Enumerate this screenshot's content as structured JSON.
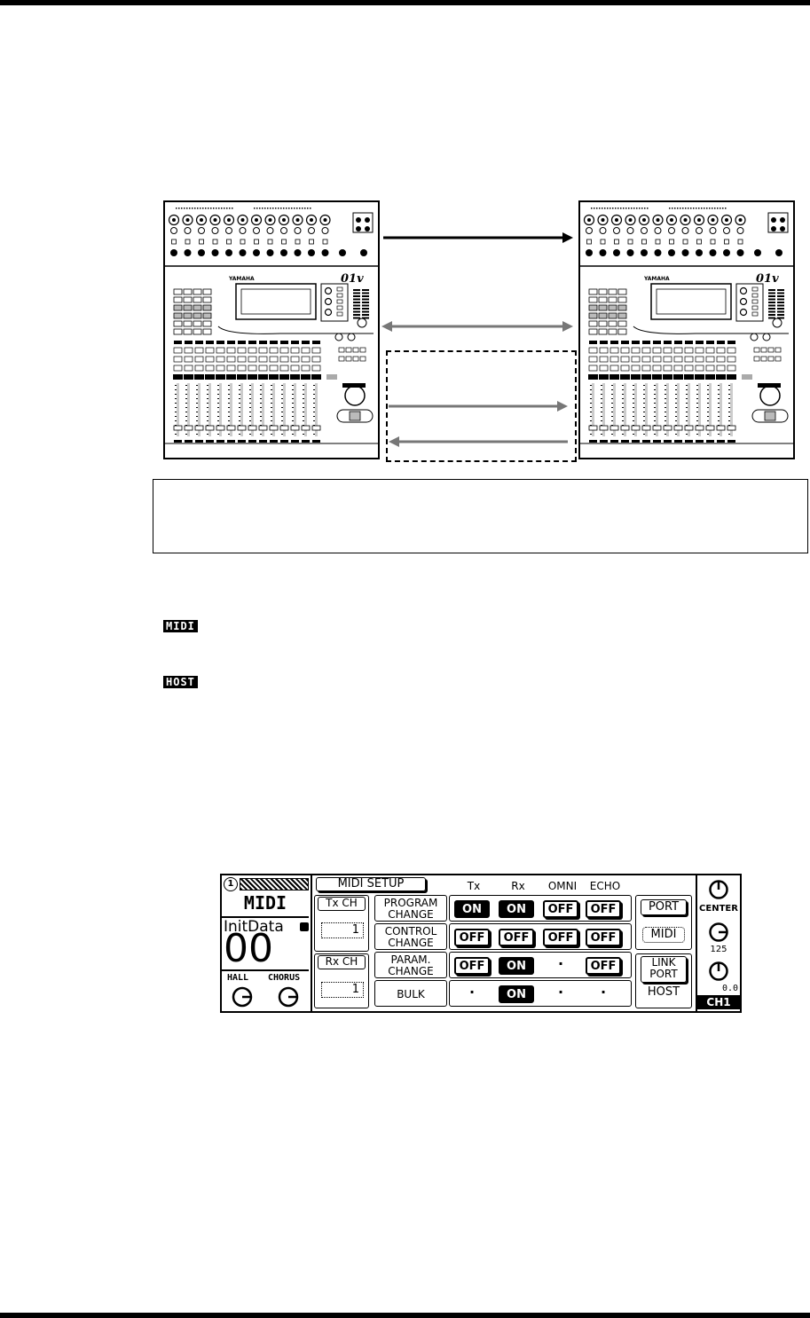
{
  "diagram": {
    "left_brand": "YAMAHA",
    "left_model": "01v",
    "right_brand": "YAMAHA",
    "right_model": "01v"
  },
  "note": {
    "text": ""
  },
  "badges": {
    "midi": "MIDI",
    "host": "HOST"
  },
  "lcd": {
    "scene_number": "1",
    "port_label": "MIDI",
    "scene_name": "InitData",
    "scene_value": "00",
    "hall_label": "HALL",
    "chorus_label": "CHORUS",
    "title": "MIDI SETUP",
    "tx_ch_label": "Tx CH",
    "tx_ch_value": "1",
    "rx_ch_label": "Rx CH",
    "rx_ch_value": "1",
    "columns": [
      "Tx",
      "Rx",
      "OMNI",
      "ECHO"
    ],
    "rows": [
      {
        "label1": "PROGRAM",
        "label2": "CHANGE",
        "values": [
          "ON",
          "ON",
          "OFF",
          "OFF"
        ]
      },
      {
        "label1": "CONTROL",
        "label2": "CHANGE",
        "values": [
          "OFF",
          "OFF",
          "OFF",
          "OFF"
        ]
      },
      {
        "label1": "PARAM.",
        "label2": "CHANGE",
        "values": [
          "OFF",
          "ON",
          "·",
          "OFF"
        ]
      },
      {
        "label1": "BULK",
        "label2": "",
        "values": [
          "·",
          "ON",
          "·",
          "·"
        ]
      }
    ],
    "port_button": "PORT",
    "port_value": "MIDI",
    "link_port_1": "LINK",
    "link_port_2": "PORT",
    "link_port_value": "HOST",
    "pan_label": "CENTER",
    "level_value": "125",
    "fader_value": "0.0",
    "channel": "CH1"
  }
}
